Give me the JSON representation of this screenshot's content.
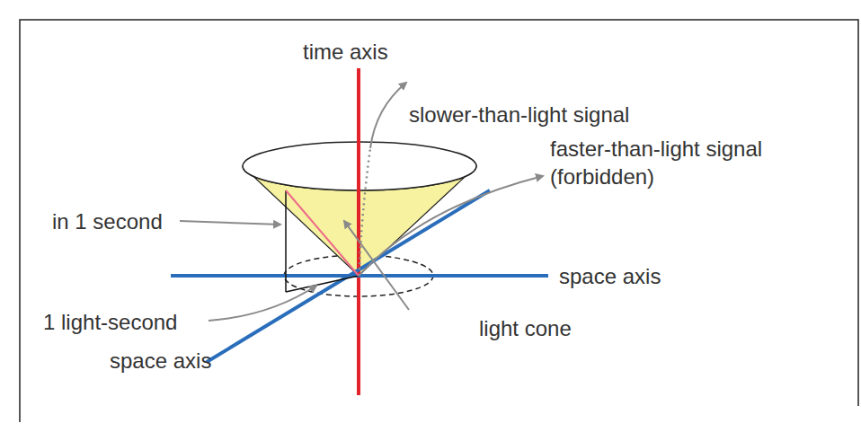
{
  "diagram": {
    "labels": [
      "time axis",
      "slower-than-light signal",
      "faster-than-light signal (forbidden)",
      "in 1 second",
      "space axis",
      "1 light-second",
      "light cone",
      "space axis"
    ]
  }
}
